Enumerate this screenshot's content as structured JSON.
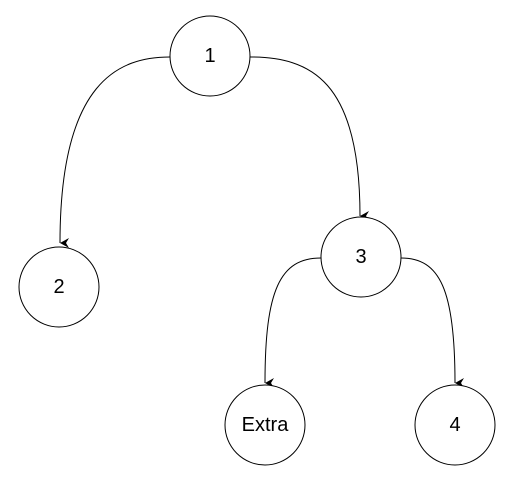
{
  "diagram": {
    "type": "tree",
    "nodes": [
      {
        "id": "n1",
        "label": "1"
      },
      {
        "id": "n2",
        "label": "2"
      },
      {
        "id": "n3",
        "label": "3"
      },
      {
        "id": "nExtra",
        "label": "Extra"
      },
      {
        "id": "n4",
        "label": "4"
      }
    ],
    "edges": [
      {
        "from": "n1",
        "to": "n2"
      },
      {
        "from": "n1",
        "to": "n3"
      },
      {
        "from": "n3",
        "to": "nExtra"
      },
      {
        "from": "n3",
        "to": "n4"
      }
    ],
    "colors": {
      "stroke": "#000000",
      "fill": "#ffffff",
      "text": "#000000",
      "background": "#ffffff"
    }
  }
}
